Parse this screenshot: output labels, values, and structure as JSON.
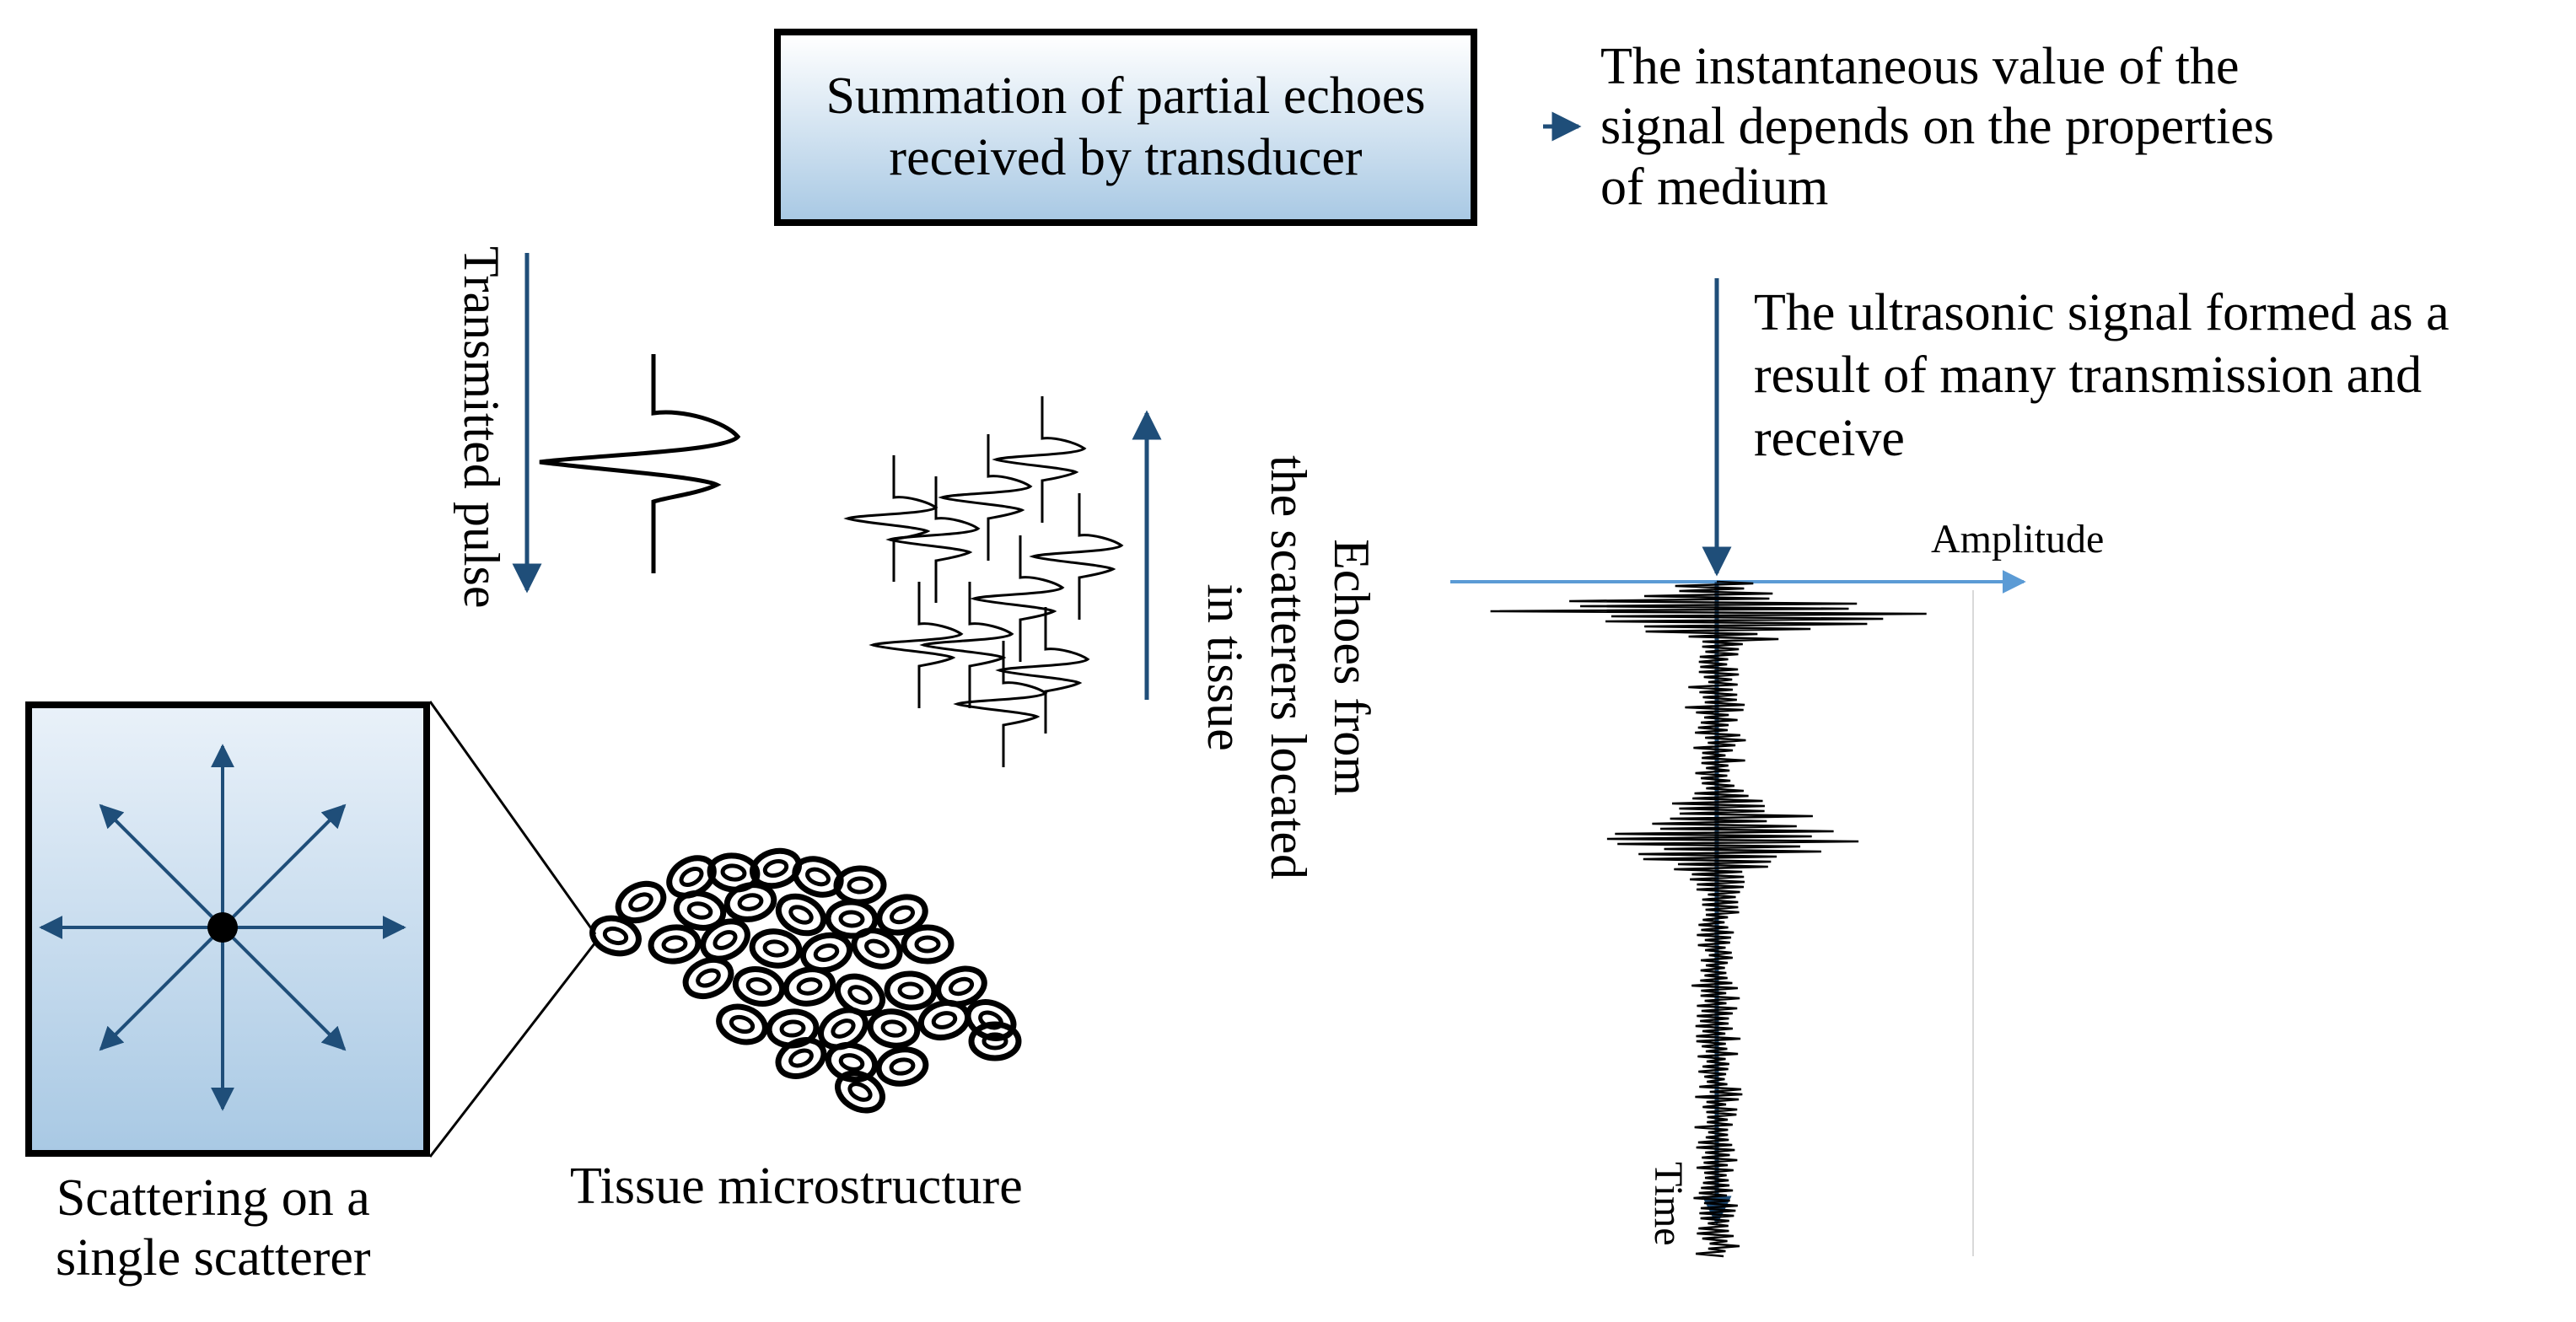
{
  "summation_box": {
    "text": "Summation of partial echoes\nreceived by transducer"
  },
  "instantaneous_note": {
    "line1": "The instantaneous value of the",
    "line2": "signal depends on the properties",
    "line3": "of medium"
  },
  "ultrasonic_note": {
    "line1": "The ultrasonic signal formed as a",
    "line2": "result of many transmission and",
    "line3": "receive"
  },
  "transmitted_label": "Transmitted pulse",
  "echoes_label": {
    "line1": "Echoes from",
    "line2": "the scatterers located",
    "line3": "in tissue"
  },
  "amplitude_label": "Amplitude",
  "time_label": "Time",
  "scatter_caption": {
    "line1": "Scattering on a",
    "line2": "single scatterer"
  },
  "tissue_caption": "Tissue microstructure",
  "colors": {
    "arrow": "#1f4e79",
    "axis": "#5b9bd5",
    "box_gradient_top": "#ffffff",
    "box_gradient_bottom": "#a9c9e4"
  }
}
